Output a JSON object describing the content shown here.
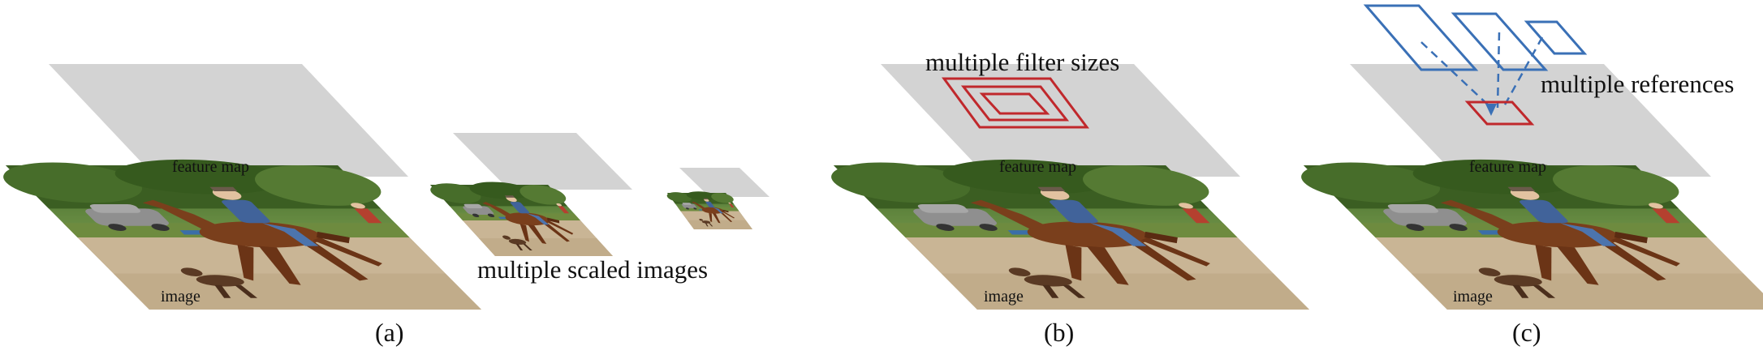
{
  "panels": [
    {
      "id": "a",
      "caption": "(a)",
      "feature_label": "feature map",
      "image_label": "image",
      "annotation": "multiple scaled images"
    },
    {
      "id": "b",
      "caption": "(b)",
      "feature_label": "feature map",
      "image_label": "image",
      "annotation": "multiple filter sizes"
    },
    {
      "id": "c",
      "caption": "(c)",
      "feature_label": "feature map",
      "image_label": "image",
      "annotation": "multiple references"
    }
  ],
  "colors": {
    "feature_map": "#d3d3d3",
    "filter": "#c0282c",
    "reference": "#3a70b6"
  }
}
